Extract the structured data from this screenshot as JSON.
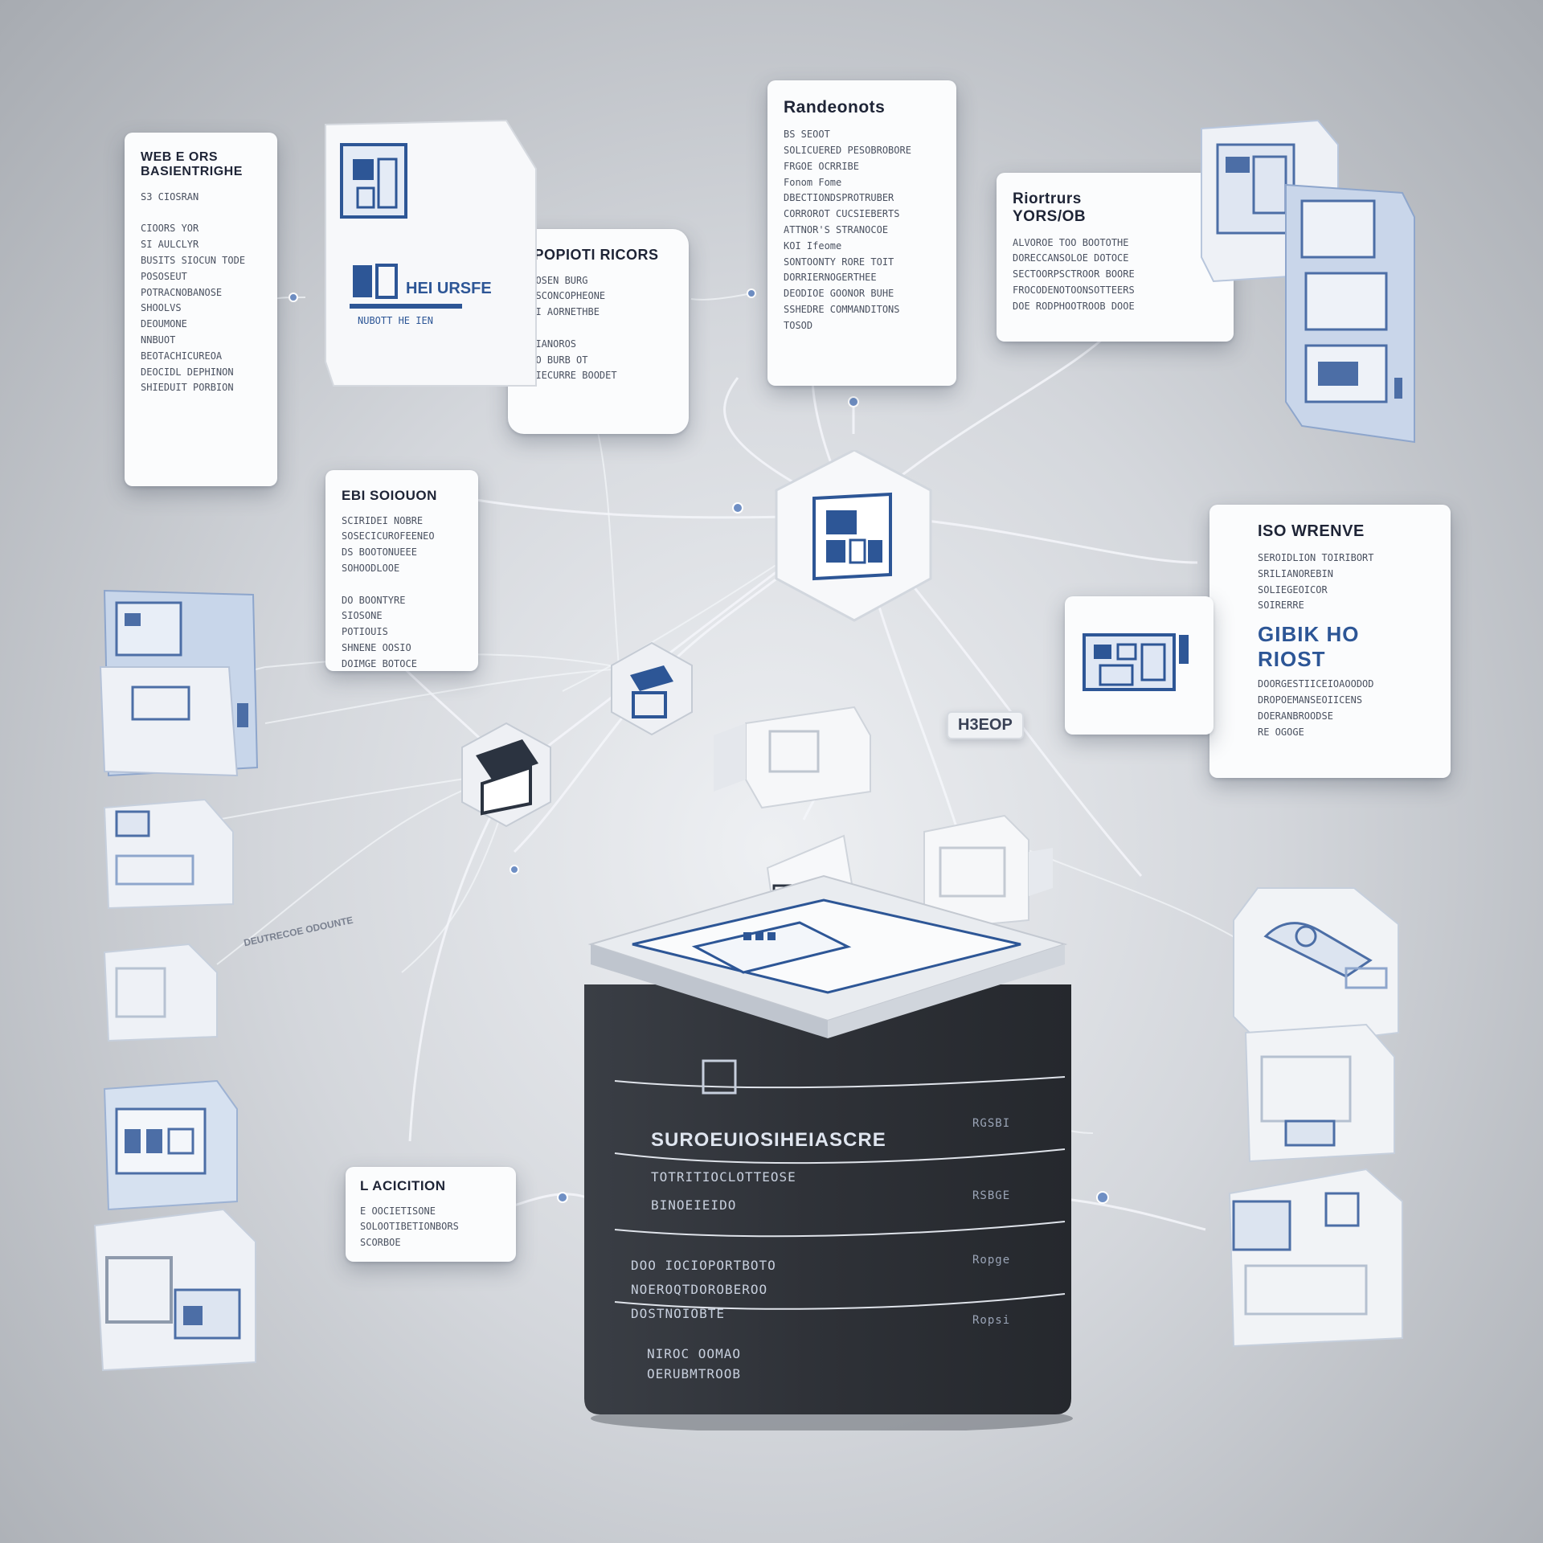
{
  "colors": {
    "background": "#c9ccd1",
    "card": "#fbfcfd",
    "accent_blue": "#2d5696",
    "server_body": "#2f3238",
    "connector": "#f4f6fa"
  },
  "cards": {
    "top_left": {
      "title": "WEB E ORS\nBASIENTRIGHE",
      "lines": [
        "S3 CIOSRAN",
        "",
        "CIOORS YOR",
        "SI AULCLYR",
        "BUSITS SIOCUN TODE",
        "POSOSEUT",
        "POTRACNOBANOSE",
        "SHOOLVS",
        "DEOUMONE",
        "NNBUOT",
        "BEOTACHICUREOA",
        "DEOCIDL DEPHINON",
        "SHIEDUIT PORBION"
      ]
    },
    "top_center_left": {
      "title": "SPOPIOTI RICORS",
      "lines": [
        "RIOSEN BURG",
        "DISCONCOPHEONE",
        "OTI AORNETHBE",
        "",
        "ALIANOROS",
        "CLO BURB OT",
        "SCIECURRE BOODET"
      ]
    },
    "top_center": {
      "title": "Randeonots",
      "lines": [
        "BS SEOOT",
        "SOLICUERED PESOBROBORE",
        "FRGOE OCRRIBE",
        "Fonom Fome",
        "DBECTIONDSPROTRUBER",
        "CORROROT CUCSIEBERTS",
        "ATTNOR'S STRANOCOE",
        "KOI Ifeome",
        "SONTOONTY RORE TOIT",
        "DORRIERNOGERTHEE",
        "DEODIOE GOONOR BUHE",
        "SSHEDRE COMMANDITONS",
        "TOSOD"
      ]
    },
    "top_right": {
      "title": "Riortrurs\nYORS/OB",
      "lines": [
        "ALVOROE TOO BOOTOTHE",
        "DORECCANSOLOE DOTOCE",
        "SECTOORPSCTROOR BOORE",
        "FROCODENOTOONSOTTEERS",
        "DOE RODPHOOTROOB DOOE"
      ]
    },
    "mid_left": {
      "title": "EBI SOIOUON",
      "lines": [
        "SCIRIDEI NOBRE",
        "SOSECICUROFEENEO",
        "DS BOOTONUEEE",
        "SOHOODLOOE",
        "",
        "DO BOONTYRE",
        "SIOSONE",
        "POTIOUIS",
        "SHNENE OOSIO",
        "DOIMGE BOTOCE"
      ]
    },
    "mid_right": {
      "title": "ISO WRENVE",
      "lines": [
        "SEROIDLION TOIRIBORT",
        "SRILIANOREBIN",
        "SOLIEGEOICOR",
        "SOIRERRE"
      ],
      "big": "GIBIK HO\nRIOST",
      "lines2": [
        "DOORGESTIICEIOAOODOD",
        "DROPOEMANSEOIICENS",
        "DOERANBROODSE",
        "RE OGOGE"
      ]
    },
    "bottom_left": {
      "title": "L ACICITION",
      "lines": [
        "E OOCIETISONE",
        "SOLOOTIBETIONBORS",
        "SCORBOE"
      ]
    }
  },
  "chips": {
    "center_right": "H3EOP",
    "lower_left": "DEUTRECOE ODOUNTE"
  },
  "diagram_labels": {
    "icon_box_tl": "HEI URSFE",
    "icon_box_tl_sub": "NUBOTT HE IEN"
  },
  "server": {
    "labels": [
      "SUROEUIOSIHEIASCRE",
      "TOTRITIOCLOTTEOSE",
      "BINOEIEIDO",
      "DOO IOCIOPORTBOTO",
      "NOEROQTDOROBEROO",
      "DOSTNOIOBTE",
      "NIROC OOMAO",
      "OERUBMTROOB"
    ],
    "side_labels": [
      "RGSBI",
      "RSBGE",
      "Ropge",
      "Ropsi"
    ]
  }
}
